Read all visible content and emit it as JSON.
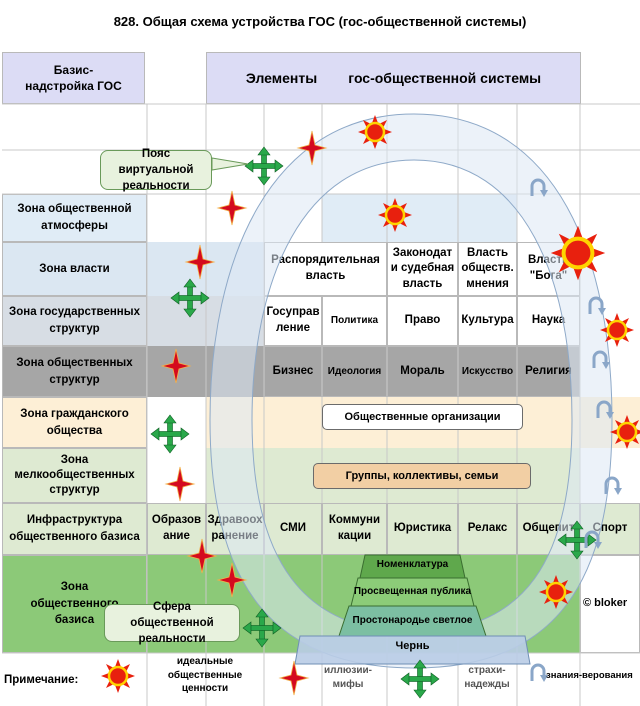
{
  "title": "828.   Общая схема устройства ГОС (гос-общественной системы)",
  "header": {
    "basis": "Базис-надстройка ГОС",
    "elements": "Элементы        гос-общественной системы"
  },
  "zones": [
    "Зона общественной атмосферы",
    "Зона власти",
    "Зона государственных структур",
    "Зона общественных структур",
    "Зона гражданского общества",
    "Зона мелкообщественных структур",
    "Инфраструктура общественного базиса",
    "Зона общественного базиса"
  ],
  "power_row": [
    "Распорядительная власть",
    "Законодат и судебная власть",
    "Власть обществ. мнения",
    "Власть \"Бога\""
  ],
  "state_row": [
    "Госуправ ление",
    "Политика",
    "Право",
    "Культура",
    "Наука"
  ],
  "public_row": [
    "Бизнес",
    "Идеология",
    "Мораль",
    "Искусство",
    "Религия"
  ],
  "civil_box": "Общественные организации",
  "small_box": "Группы, коллективы,  семьи",
  "infra_row": [
    "Образов ание",
    "Здравоох ранение",
    "СМИ",
    "Коммуни кации",
    "Юристика",
    "Релакс",
    "Общепит",
    "Спорт"
  ],
  "pyramid": [
    "Номенклатура",
    "Просвещенная  публика",
    "Простонародье  светлое",
    "Чернь"
  ],
  "callouts": {
    "virtual": "Пояс виртуальной реальности",
    "sphere": "Сфера общественной реальности"
  },
  "copyright": "© bloker",
  "legend": {
    "label": "Примечание:",
    "ideal": "идеальные общественные ценности",
    "illusions": "иллюзии- мифы",
    "fears": "страхи- надежды",
    "knowledge": "знания-верования"
  },
  "colors": {
    "header_bg": "#dcdcf5",
    "atmos_bg": "#e0ecf6",
    "power_bg": "#dbe7f2",
    "state_bg": "#d7dde4",
    "public_bg": "#a6a6a6",
    "civil_bg": "#fdefd6",
    "small_bg": "#deead2",
    "basis_bg": "#8cc978",
    "star_red": "#d40a1e",
    "sun_red": "#e8200e",
    "sun_yellow": "#ffd300",
    "arrow_green": "#2aa84a"
  }
}
